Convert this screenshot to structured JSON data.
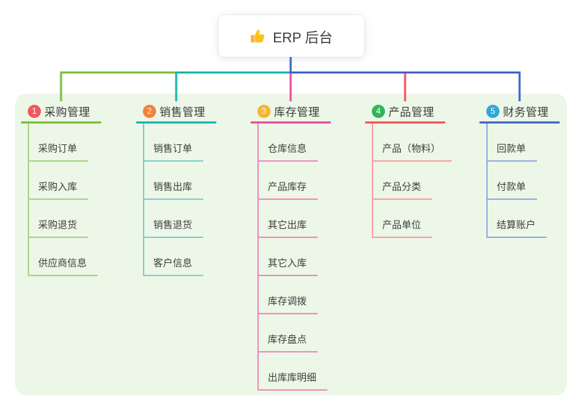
{
  "root": {
    "icon": "thumbs-up-icon",
    "title": "ERP 后台"
  },
  "branches": [
    {
      "num": "1",
      "title": "采购管理",
      "badge_color": "#F0595F",
      "line_color": "#7FBE3F",
      "child_line_color": "#A9D488",
      "children": [
        "采购订单",
        "采购入库",
        "采购退货",
        "供应商信息"
      ]
    },
    {
      "num": "2",
      "title": "销售管理",
      "badge_color": "#F5813B",
      "line_color": "#19B6AE",
      "child_line_color": "#7FD0CC",
      "children": [
        "销售订单",
        "销售出库",
        "销售退货",
        "客户信息"
      ]
    },
    {
      "num": "3",
      "title": "库存管理",
      "badge_color": "#F8B62D",
      "line_color": "#E8509D",
      "child_line_color": "#F08CBE",
      "children": [
        "仓库信息",
        "产品库存",
        "其它出库",
        "其它入库",
        "库存调拨",
        "库存盘点",
        "出库库明细"
      ]
    },
    {
      "num": "4",
      "title": "产品管理",
      "badge_color": "#33B457",
      "line_color": "#F4555C",
      "child_line_color": "#F8A0A3",
      "children": [
        "产品（物料）",
        "产品分类",
        "产品单位"
      ]
    },
    {
      "num": "5",
      "title": "财务管理",
      "badge_color": "#32A6D8",
      "line_color": "#4763C8",
      "child_line_color": "#97ABE2",
      "children": [
        "回款单",
        "付款单",
        "结算账户"
      ]
    }
  ],
  "colors": {
    "panel_bg": "#ECF7E7",
    "root_line": "#4763C8",
    "text": "#3E3E3E",
    "icon_yellow": "#FCC21B"
  }
}
